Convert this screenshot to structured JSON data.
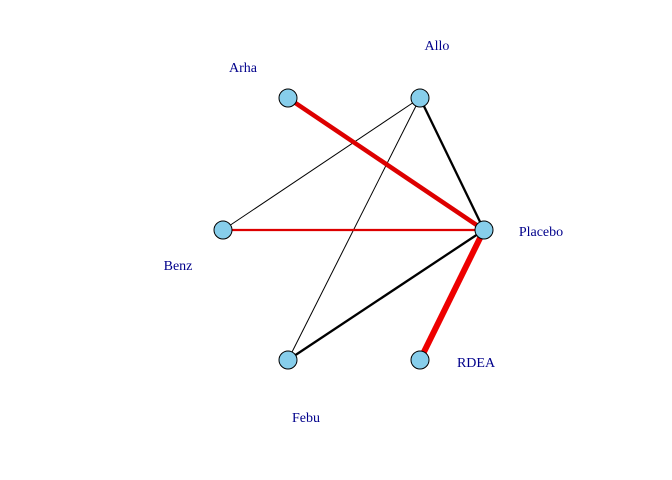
{
  "network": {
    "label_color": "#00008B",
    "node_fill": "#87CEEB",
    "node_stroke": "#000000",
    "nodes": [
      {
        "id": "arha",
        "label": "Arha"
      },
      {
        "id": "allo",
        "label": "Allo"
      },
      {
        "id": "benz",
        "label": "Benz"
      },
      {
        "id": "placebo",
        "label": "Placebo"
      },
      {
        "id": "febu",
        "label": "Febu"
      },
      {
        "id": "rdea",
        "label": "RDEA"
      }
    ],
    "edges": [
      {
        "from": "allo",
        "to": "benz",
        "color": "#000000",
        "weight": "thin"
      },
      {
        "from": "allo",
        "to": "febu",
        "color": "#000000",
        "weight": "thin"
      },
      {
        "from": "allo",
        "to": "placebo",
        "color": "#000000",
        "weight": "medium"
      },
      {
        "from": "febu",
        "to": "placebo",
        "color": "#000000",
        "weight": "medium"
      },
      {
        "from": "benz",
        "to": "placebo",
        "color": "#DD0000",
        "weight": "medium"
      },
      {
        "from": "arha",
        "to": "placebo",
        "color": "#DD0000",
        "weight": "thick"
      },
      {
        "from": "rdea",
        "to": "placebo",
        "color": "#EE0000",
        "weight": "extra-thick"
      }
    ]
  }
}
